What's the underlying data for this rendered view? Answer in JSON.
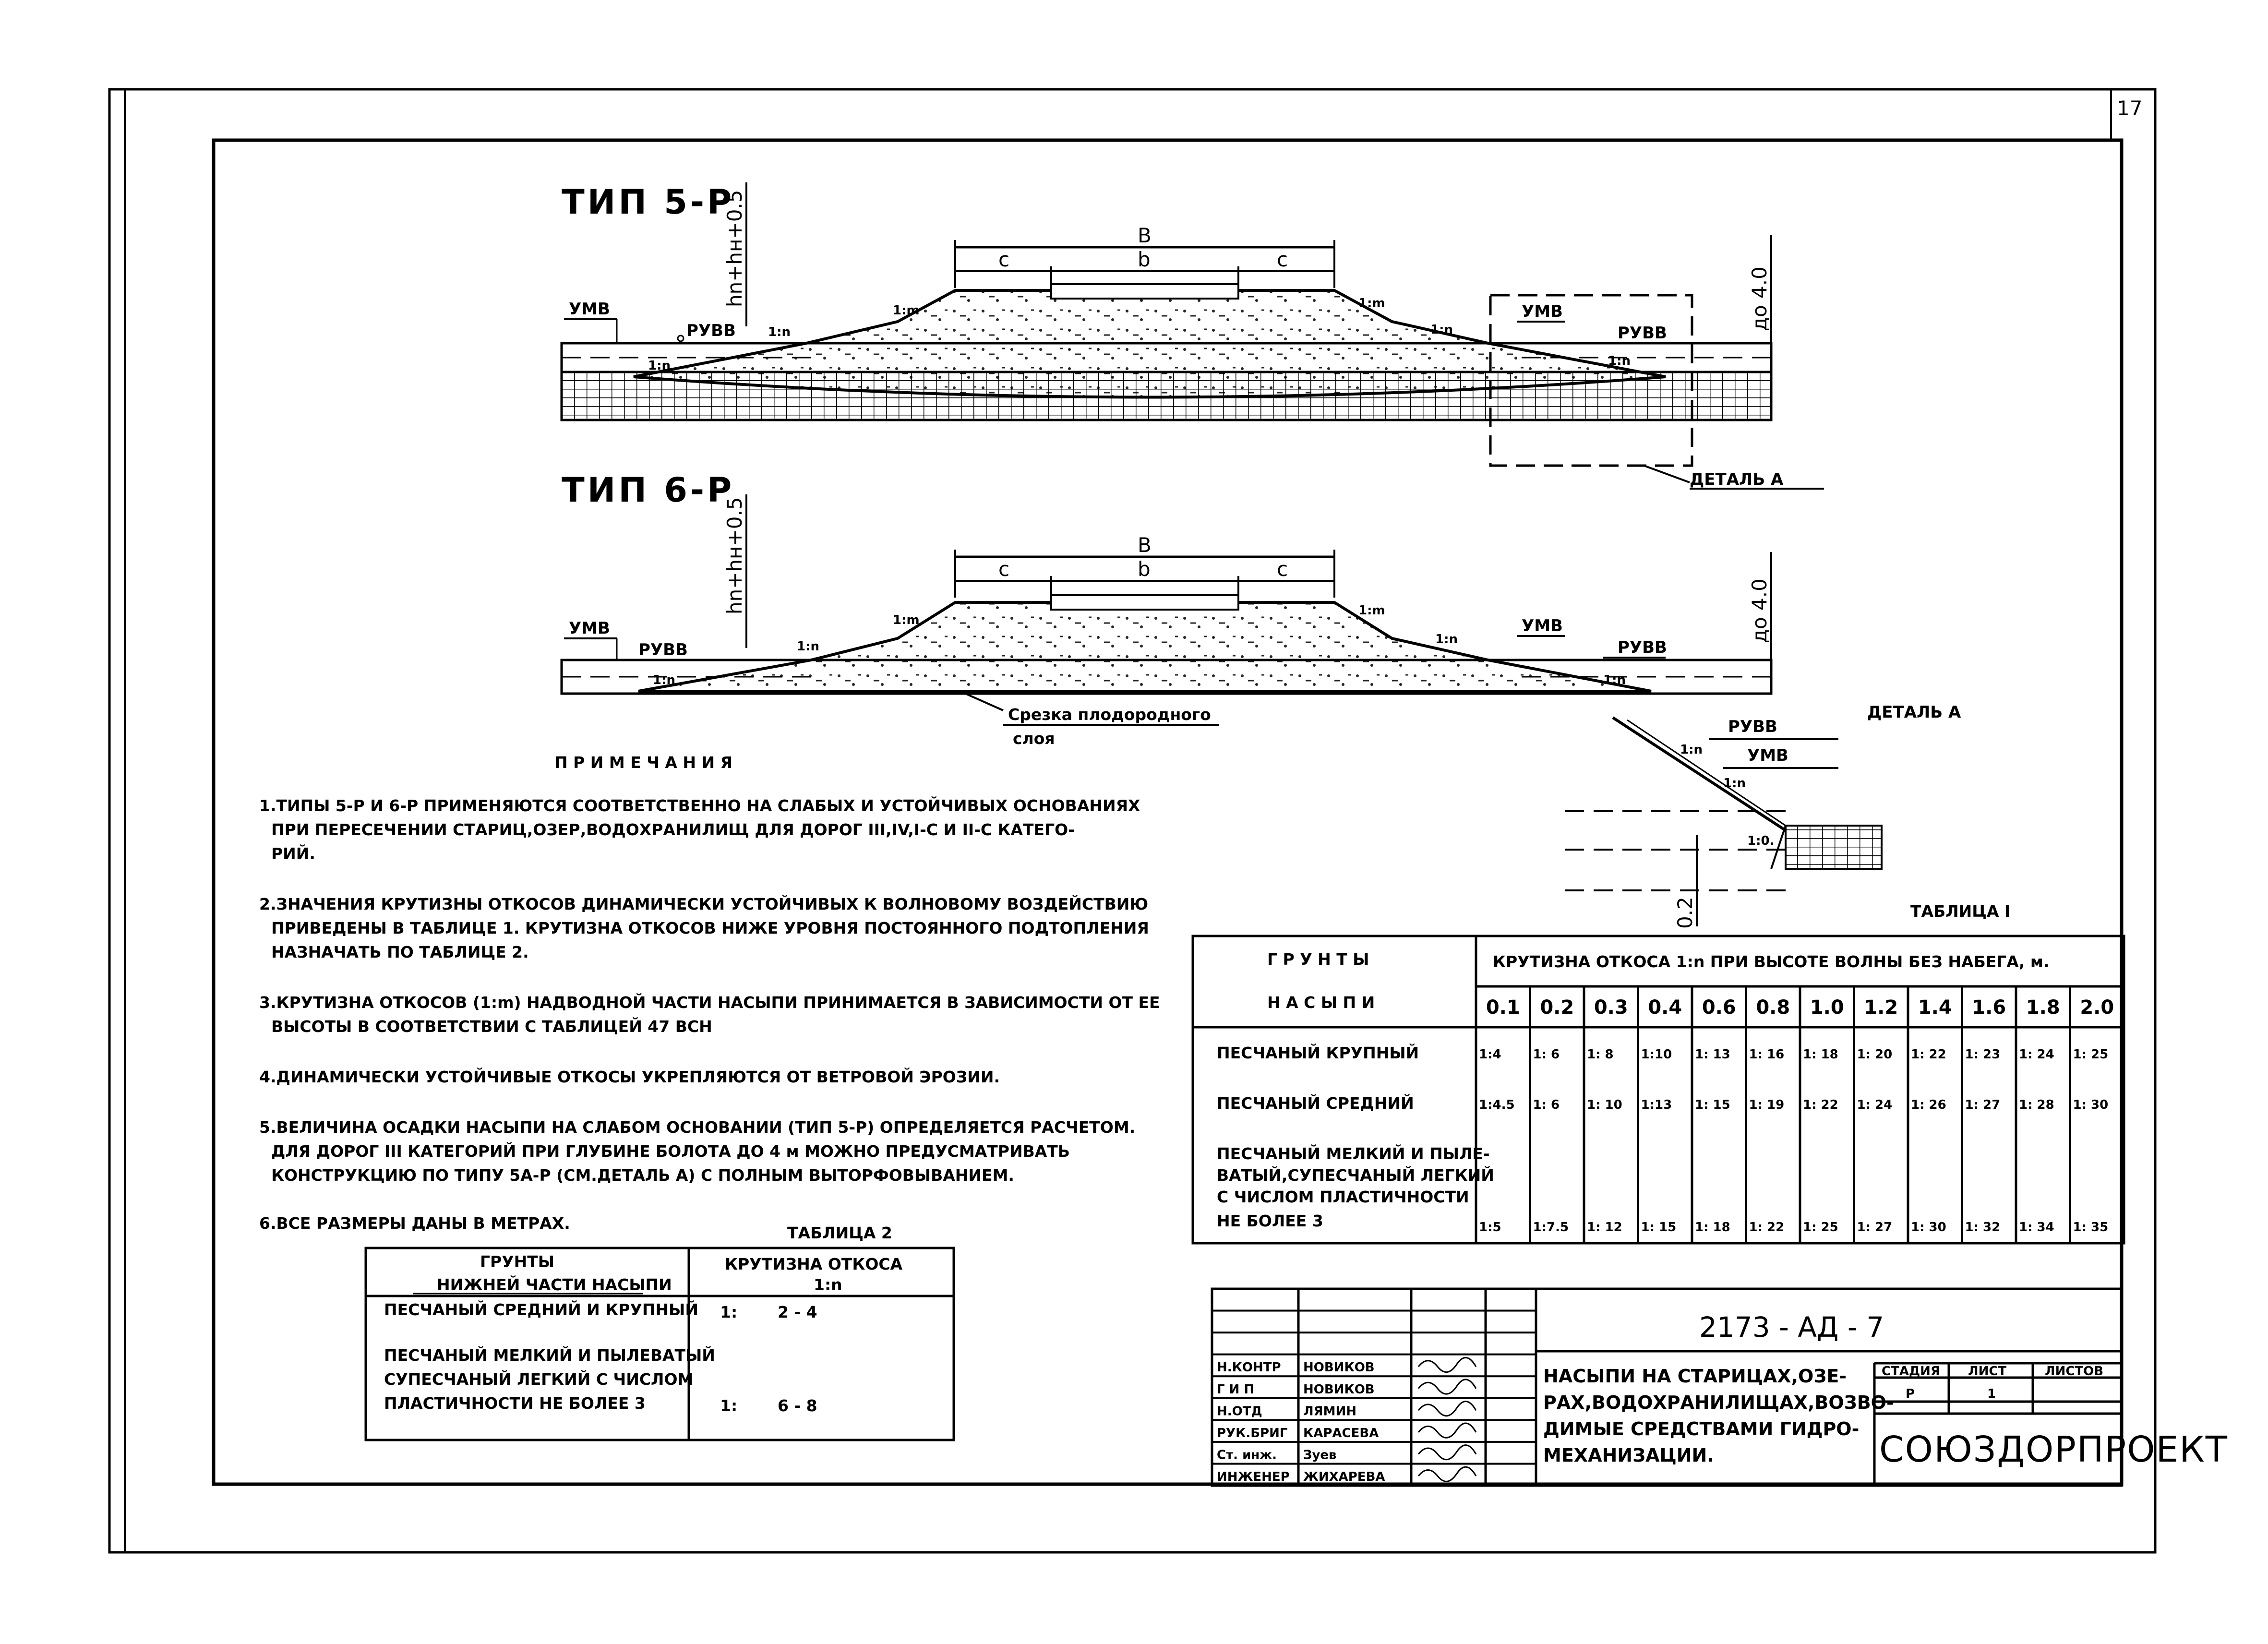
{
  "sheet": {
    "sheet_number": "17",
    "type5_title": "ТИП 5-Р",
    "type6_title": "ТИП 6-Р",
    "detail_title": "ДЕТАЛЬ А",
    "detail_ref": "ДЕТАЛЬ А",
    "cut_label": [
      "Срезка плодородного",
      "слоя"
    ]
  },
  "dims": {
    "B": "B",
    "c": "c",
    "b": "b",
    "height_left": "hn+hн+0.5",
    "height_right": "до 4.0"
  },
  "levels": {
    "umv": "УМВ",
    "umv2": "УМВ",
    "ruvv": "РУВВ"
  },
  "slopes": {
    "m": "1:m",
    "n": "1:n",
    "n_detail": "1:n",
    "n_detail2": "1:n",
    "one_zero": "1:0.",
    "d_label": "0.2"
  },
  "notes": {
    "heading": "П Р И М Е Ч А Н И Я",
    "items": [
      [
        "1.ТИПЫ 5-Р И 6-Р ПРИМЕНЯЮТСЯ СООТВЕТСТВЕННО НА СЛАБЫХ И УСТОЙЧИВЫХ ОСНОВАНИЯХ",
        "ПРИ ПЕРЕСЕЧЕНИИ СТАРИЦ,ОЗЕР,ВОДОХРАНИЛИЩ ДЛЯ ДОРОГ III,IV,I-С И II-С КАТЕГО-",
        "РИЙ."
      ],
      [
        "2.ЗНАЧЕНИЯ КРУТИЗНЫ ОТКОСОВ ДИНАМИЧЕСКИ УСТОЙЧИВЫХ К ВОЛНОВОМУ ВОЗДЕЙСТВИЮ",
        "ПРИВЕДЕНЫ В ТАБЛИЦЕ 1. КРУТИЗНА ОТКОСОВ НИЖЕ УРОВНЯ ПОСТОЯННОГО ПОДТОПЛЕНИЯ",
        "НАЗНАЧАТЬ ПО ТАБЛИЦЕ 2."
      ],
      [
        "3.КРУТИЗНА ОТКОСОВ (1:m) НАДВОДНОЙ ЧАСТИ НАСЫПИ ПРИНИМАЕТСЯ В ЗАВИСИМОСТИ ОТ ЕЕ",
        "ВЫСОТЫ В СООТВЕТСТВИИ С ТАБЛИЦЕЙ 47 ВСН"
      ],
      [
        "4.ДИНАМИЧЕСКИ УСТОЙЧИВЫЕ ОТКОСЫ УКРЕПЛЯЮТСЯ ОТ ВЕТРОВОЙ ЭРОЗИИ."
      ],
      [
        "5.ВЕЛИЧИНА ОСАДКИ НАСЫПИ НА СЛАБОМ ОСНОВАНИИ (ТИП 5-Р) ОПРЕДЕЛЯЕТСЯ РАСЧЕТОМ.",
        "ДЛЯ ДОРОГ  III КАТЕГОРИЙ ПРИ ГЛУБИНЕ БОЛОТА ДО 4 м МОЖНО ПРЕДУСМАТРИВАТЬ",
        "КОНСТРУКЦИЮ ПО ТИПУ 5А-Р (СМ.ДЕТАЛЬ А) С ПОЛНЫМ ВЫТОРФОВЫВАНИЕМ."
      ],
      [
        "6.ВСЕ РАЗМЕРЫ ДАНЫ В МЕТРАХ."
      ]
    ]
  },
  "table1": {
    "caption": "ТАБЛИЦА I",
    "head_soil_1": "Г Р У Н Т Ы",
    "head_soil_2": "Н А С Ы П И",
    "head_slope": "КРУТИЗНА ОТКОСА 1:n ПРИ ВЫСОТЕ ВОЛНЫ БЕЗ НАБЕГА, м.",
    "heights": [
      "0.1",
      "0.2",
      "0.3",
      "0.4",
      "0.6",
      "0.8",
      "1.0",
      "1.2",
      "1.4",
      "1.6",
      "1.8",
      "2.0"
    ],
    "rows": [
      {
        "soil": [
          "ПЕСЧАНЫЙ КРУПНЫЙ"
        ],
        "values": [
          "1:4",
          "1: 6",
          "1: 8",
          "1:10",
          "1: 13",
          "1: 16",
          "1: 18",
          "1: 20",
          "1: 22",
          "1: 23",
          "1: 24",
          "1: 25"
        ]
      },
      {
        "soil": [
          "ПЕСЧАНЫЙ СРЕДНИЙ"
        ],
        "values": [
          "1:4.5",
          "1: 6",
          "1: 10",
          "1:13",
          "1: 15",
          "1: 19",
          "1: 22",
          "1: 24",
          "1: 26",
          "1: 27",
          "1: 28",
          "1: 30"
        ]
      },
      {
        "soil": [
          "ПЕСЧАНЫЙ МЕЛКИЙ И ПЫЛЕ-",
          "ВАТЫЙ,СУПЕСЧАНЫЙ ЛЕГКИЙ",
          "С ЧИСЛОМ ПЛАСТИЧНОСТИ",
          "НЕ БОЛЕЕ 3"
        ],
        "values": [
          "1:5",
          "1:7.5",
          "1: 12",
          "1: 15",
          "1: 18",
          "1: 22",
          "1: 25",
          "1: 27",
          "1: 30",
          "1: 32",
          "1: 34",
          "1: 35"
        ]
      }
    ]
  },
  "table2": {
    "caption": "ТАБЛИЦА 2",
    "head_soil": [
      "ГРУНТЫ",
      "НИЖНЕЙ ЧАСТИ НАСЫПИ"
    ],
    "head_slope": [
      "КРУТИЗНА  ОТКОСА",
      "1:n"
    ],
    "rows": [
      {
        "soil": [
          "ПЕСЧАНЫЙ СРЕДНИЙ И КРУПНЫЙ"
        ],
        "prefix": "1:",
        "value": "2 - 4"
      },
      {
        "soil": [
          "ПЕСЧАНЫЙ МЕЛКИЙ И ПЫЛЕВАТЫЙ",
          "СУПЕСЧАНЫЙ ЛЕГКИЙ С ЧИСЛОМ",
          "ПЛАСТИЧНОСТИ НЕ БОЛЕЕ 3"
        ],
        "prefix": "1:",
        "value": "6 - 8"
      }
    ]
  },
  "titleblock": {
    "code": "2173 - АД - 7",
    "title_lines": [
      "НАСЫПИ НА СТАРИЦАХ,ОЗЕ-",
      "РАХ,ВОДОХРАНИЛИЩАХ,ВОЗВО-",
      "ДИМЫЕ СРЕДСТВАМИ ГИДРО-",
      "МЕХАНИЗАЦИИ."
    ],
    "stage_label": "СТАДИЯ",
    "sheet_label": "ЛИСТ",
    "sheets_label": "ЛИСТОВ",
    "stage": "Р",
    "sheet": "1",
    "org": "СОЮЗДОРПРОЕКТ",
    "people": [
      {
        "role": "Н.КОНТР",
        "name": "НОВИКОВ"
      },
      {
        "role": "Г И П",
        "name": "НОВИКОВ"
      },
      {
        "role": "Н.ОТД",
        "name": "ЛЯМИН"
      },
      {
        "role": "РУК.БРИГ",
        "name": "КАРАСЕВА"
      },
      {
        "role": "Ст. инж.",
        "name": "Зуев"
      },
      {
        "role": "ИНЖЕНЕР",
        "name": "ЖИХАРЕВА"
      }
    ]
  },
  "colors": {
    "ink": "#000000",
    "paper": "#ffffff"
  }
}
